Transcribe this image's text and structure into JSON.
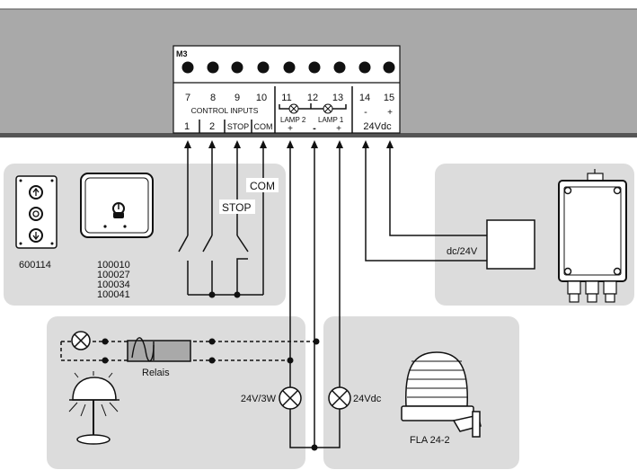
{
  "terminal_block": {
    "label": "M3",
    "numbers": [
      "7",
      "8",
      "9",
      "10",
      "11",
      "12",
      "13",
      "14",
      "15"
    ],
    "control_inputs_label": "CONTROL INPUTS",
    "input_labels": [
      "1",
      "2",
      "STOP",
      "COM"
    ],
    "lamp2_label": "LAMP 2",
    "lamp1_label": "LAMP 1",
    "plus": "+",
    "minus": "-",
    "supply_label": "24Vdc"
  },
  "labels": {
    "com": "COM",
    "stop": "STOP",
    "push_button_code": "600114",
    "key_switch_codes": [
      "100010",
      "100027",
      "100034",
      "100041"
    ],
    "power_unit": "dc/24V",
    "relay": "Relais",
    "lamp_rating": "24V/3W",
    "flashing_lamp_voltage": "24Vdc",
    "flashing_lamp_model": "FLA 24-2"
  }
}
